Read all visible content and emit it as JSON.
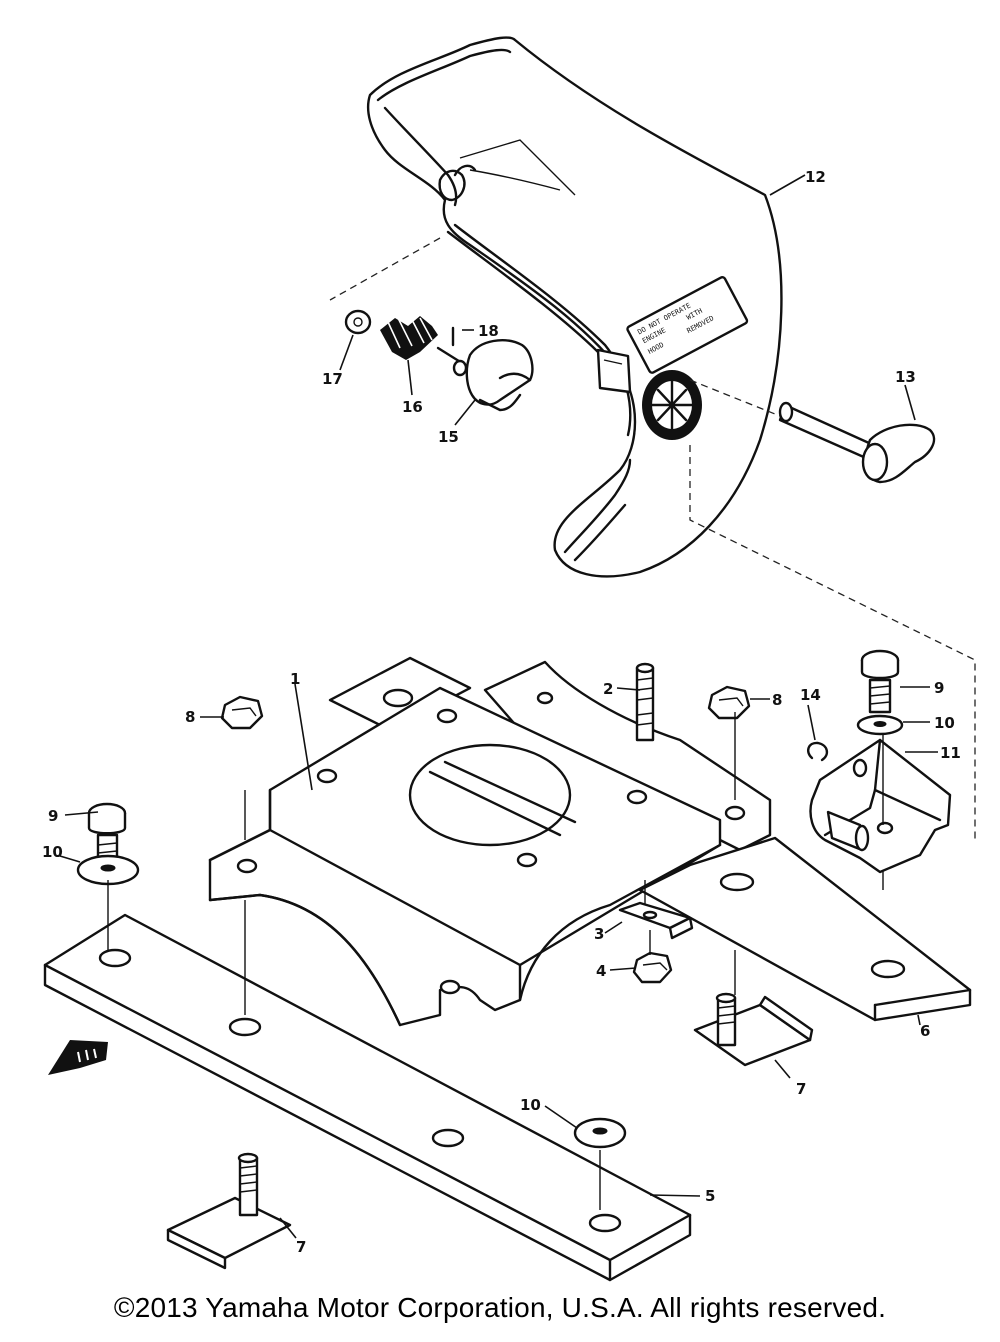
{
  "callouts": [
    {
      "id": "c1",
      "text": "1"
    },
    {
      "id": "c2",
      "text": "2"
    },
    {
      "id": "c3",
      "text": "3"
    },
    {
      "id": "c4",
      "text": "4"
    },
    {
      "id": "c5",
      "text": "5"
    },
    {
      "id": "c6",
      "text": "6"
    },
    {
      "id": "c7a",
      "text": "7"
    },
    {
      "id": "c7b",
      "text": "7"
    },
    {
      "id": "c8a",
      "text": "8"
    },
    {
      "id": "c8b",
      "text": "8"
    },
    {
      "id": "c9a",
      "text": "9"
    },
    {
      "id": "c9b",
      "text": "9"
    },
    {
      "id": "c10a",
      "text": "10"
    },
    {
      "id": "c10b",
      "text": "10"
    },
    {
      "id": "c10c",
      "text": "10"
    },
    {
      "id": "c11",
      "text": "11"
    },
    {
      "id": "c12",
      "text": "12"
    },
    {
      "id": "c13",
      "text": "13"
    },
    {
      "id": "c14",
      "text": "14"
    },
    {
      "id": "c15",
      "text": "15"
    },
    {
      "id": "c16",
      "text": "16"
    },
    {
      "id": "c17",
      "text": "17"
    },
    {
      "id": "c18",
      "text": "18"
    }
  ],
  "warning_label": [
    "DO NOT OPERATE",
    "ENGINE",
    "WITH",
    "HOOD",
    "REMOVED"
  ],
  "copyright": "©2013 Yamaha Motor Corporation, U.S.A. All rights reserved."
}
